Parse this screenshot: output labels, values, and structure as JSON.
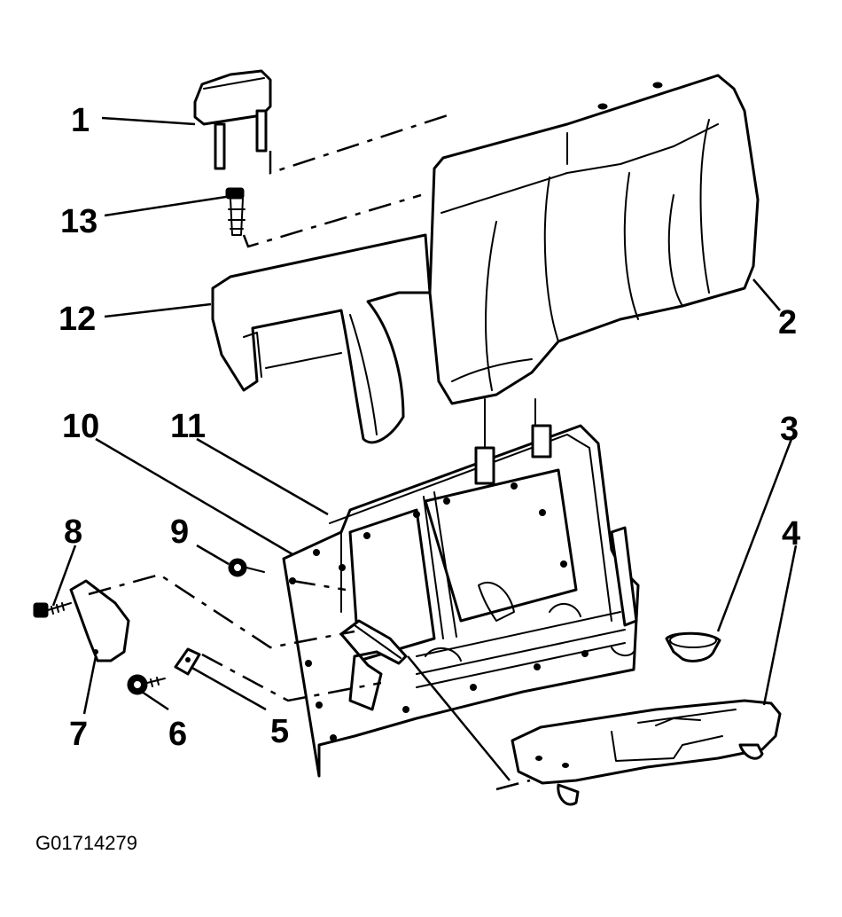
{
  "figure": {
    "id": "G01714279",
    "callouts": [
      "1",
      "2",
      "3",
      "4",
      "5",
      "6",
      "7",
      "8",
      "9",
      "10",
      "11",
      "12",
      "13"
    ]
  }
}
